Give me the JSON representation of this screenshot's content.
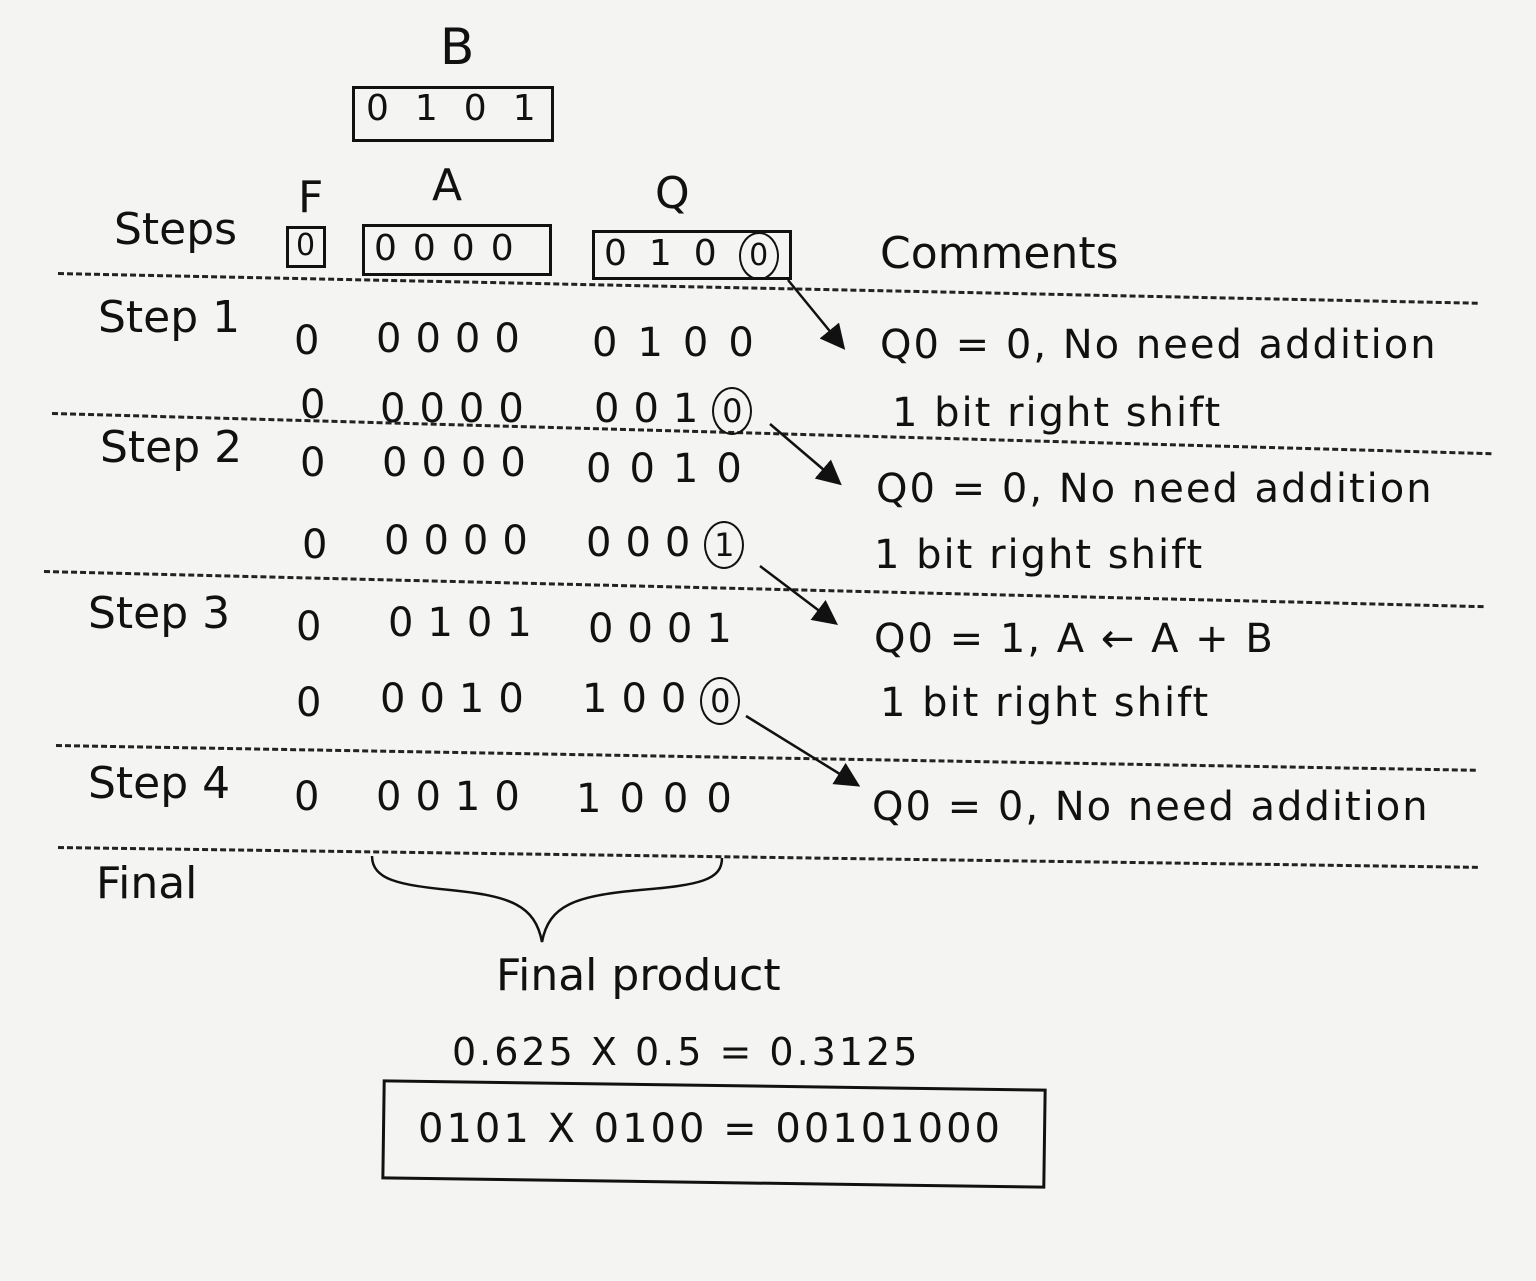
{
  "register_b": {
    "label": "B",
    "value": "0101"
  },
  "headers": {
    "steps": "Steps",
    "f_label": "F",
    "a_label": "A",
    "q_label": "Q",
    "comments": "Comments",
    "initial_f": "0",
    "initial_a": "0000",
    "initial_q_prefix": "010",
    "initial_q_lsb": "0"
  },
  "steps": [
    {
      "label": "Step 1",
      "rows": [
        {
          "f": "0",
          "a": "0000",
          "q_prefix": "0100",
          "q_lsb": "",
          "comment": "Q0 = 0, No need addition"
        },
        {
          "f": "0",
          "a": "0000",
          "q_prefix": "001",
          "q_lsb": "0",
          "comment": "1 bit right shift"
        }
      ]
    },
    {
      "label": "Step 2",
      "rows": [
        {
          "f": "0",
          "a": "0000",
          "q_prefix": "0010",
          "q_lsb": "",
          "comment": "Q0 = 0, No need addition"
        },
        {
          "f": "0",
          "a": "0000",
          "q_prefix": "000",
          "q_lsb": "1",
          "comment": "1 bit right shift"
        }
      ]
    },
    {
      "label": "Step 3",
      "rows": [
        {
          "f": "0",
          "a": "0101",
          "q_prefix": "0001",
          "q_lsb": "",
          "comment": "Q0 = 1, A ← A + B"
        },
        {
          "f": "0",
          "a": "0010",
          "q_prefix": "100",
          "q_lsb": "0",
          "comment": "1 bit right shift"
        }
      ]
    },
    {
      "label": "Step 4",
      "rows": [
        {
          "f": "0",
          "a": "0010",
          "q_prefix": "1000",
          "q_lsb": "",
          "comment": "Q0 = 0, No need addition"
        }
      ]
    }
  ],
  "final": {
    "label": "Final",
    "product_label": "Final product",
    "decimal_equation": "0.625 X 0.5 = 0.3125",
    "binary_equation": "0101 X 0100 = 00101000"
  }
}
